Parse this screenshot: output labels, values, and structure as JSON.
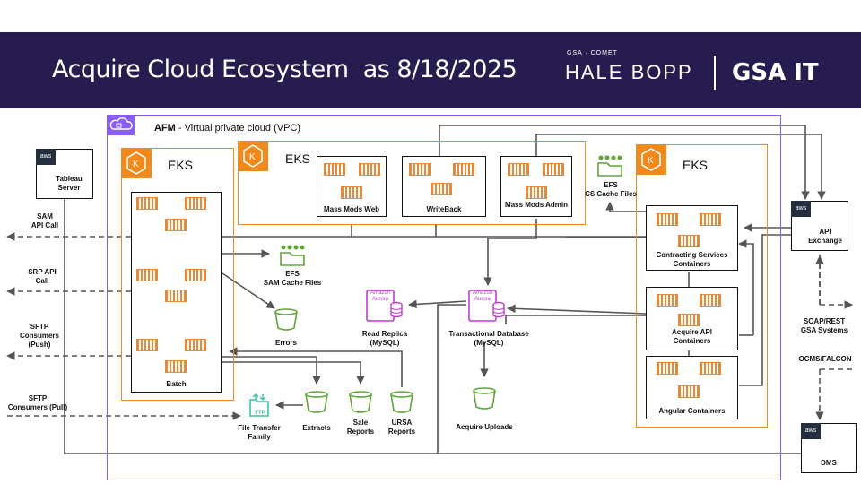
{
  "header": {
    "title": "Acquire Cloud Ecosystem  as 8/18/2025",
    "logo_top": "GSA · COMET",
    "logo_main": "HALE BOPP",
    "logo_gsa": "GSA IT"
  },
  "vpc": {
    "name": "AFM",
    "label": " - Virtual private cloud (VPC)"
  },
  "eks_label": "EKS",
  "external": {
    "tableau": "Tableau\nServer",
    "sam_api": "SAM\nAPI Call",
    "srp_api": "SRP API\nCall",
    "sftp_push": "SFTP\nConsumers\n(Push)",
    "sftp_pull": "SFTP\nConsumers (Pull)",
    "api_exchange": "API\nExchange",
    "soap_rest": "SOAP/REST\nGSA Systems",
    "ocms": "OCMS/FALCON",
    "dms": "DMS",
    "aws": "aws"
  },
  "containers": {
    "batch": "Batch",
    "mass_mods_web": "Mass Mods Web",
    "writeback": "WriteBack",
    "mass_mods_admin": "Mass Mods Admin",
    "contracting": "Contracting Services\nContainers",
    "acquire_api": "Acquire API\nContainers",
    "angular": "Angular Containers"
  },
  "storage": {
    "efs_sam": "EFS\nSAM Cache Files",
    "efs_cs": "EFS\nCS Cache Files",
    "errors": "Errors",
    "read_replica": "Read Replica\n(MySQL)",
    "transactional": "Transactional Database\n(MySQL)",
    "acquire_uploads": "Acquire Uploads",
    "file_transfer": "File Transfer\nFamily",
    "extracts": "Extracts",
    "sale_reports": "Sale\nReports",
    "ursa_reports": "URSA\nReports",
    "aurora_line1": "Amazon",
    "aurora_line2": "Aurora",
    "ftp": "FTP"
  },
  "colors": {
    "header_bg": "#271c4f",
    "vpc_border": "#8a5cf6",
    "eks_orange": "#f08a1c",
    "container_orange": "#e8893a",
    "bucket_green": "#5fa63a",
    "aurora_magenta": "#c23bd3",
    "ftp_teal": "#3fbfa6"
  }
}
